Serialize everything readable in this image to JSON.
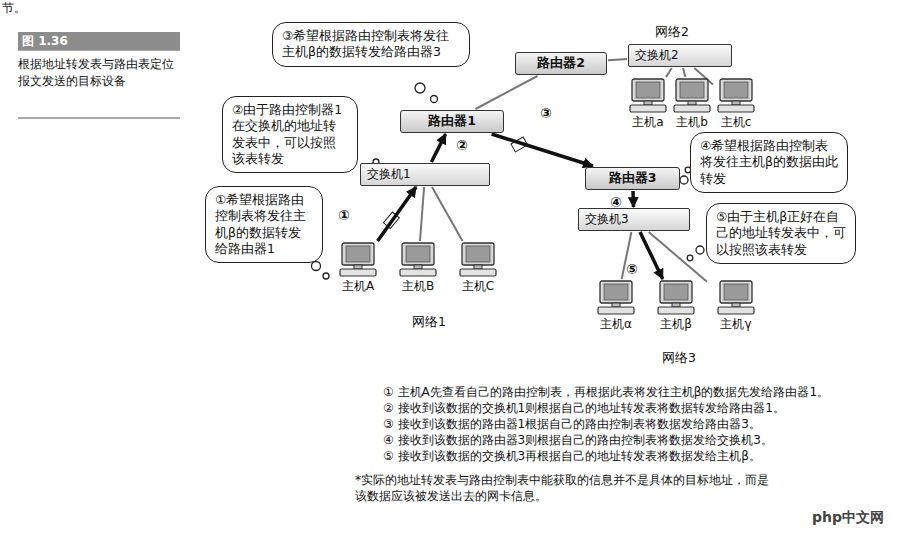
{
  "diagram": {
    "caption": "根据地址转发表与路由表定位报文发送的目标设备",
    "nodes": [
      {
        "text": [
          "③希望根据路由控制表将发往主机β的数据转发给路由器3"
        ]
      },
      {
        "text": [
          "路由器2"
        ]
      },
      {
        "text": [
          "网络2"
        ]
      },
      {
        "text": [
          "交换机2"
        ],
        "in": 2
      },
      {
        "text": [
          "主机a"
        ],
        "in": 2
      },
      {
        "text": [
          "主机b"
        ],
        "in": 2
      },
      {
        "text": [
          "主机c"
        ],
        "in": 2
      },
      {
        "text": [
          "②由于路由控制器1在交换机的地址转发表中，可以按照该表转发"
        ]
      },
      {
        "text": [
          "路由器1"
        ]
      },
      {
        "text": [
          "①希望根据路由控制表将发往主机β的数据转发给路由器1"
        ]
      },
      {
        "text": [
          "网络1"
        ]
      },
      {
        "text": [
          "交换机1"
        ],
        "in": 10
      },
      {
        "text": [
          "主机A"
        ],
        "in": 10
      },
      {
        "text": [
          "主机B"
        ],
        "in": 10
      },
      {
        "text": [
          "主机C"
        ],
        "in": 10
      },
      {
        "text": [
          "路由器3"
        ]
      },
      {
        "text": [
          "④希望根据路由控制表将发往主机β的数据由此转发"
        ]
      },
      {
        "text": [
          "网络3"
        ]
      },
      {
        "text": [
          "交换机3"
        ],
        "in": 17
      },
      {
        "text": [
          "主机α"
        ],
        "in": 17
      },
      {
        "text": [
          "主机β"
        ],
        "in": 17
      },
      {
        "text": [
          "主机γ"
        ],
        "in": 17
      },
      {
        "text": [
          "⑤由于主机β正好在自己的地址转发表中，可以按照该表转发"
        ]
      }
    ],
    "edges": [
      {
        "from": 12,
        "to": 11,
        "arrow": "to"
      },
      {
        "from": 11,
        "to": 8,
        "arrow": "to"
      },
      {
        "from": 8,
        "to": 15,
        "arrow": "to"
      },
      {
        "from": 15,
        "to": 18,
        "arrow": "to"
      },
      {
        "from": 18,
        "to": 20,
        "arrow": "to"
      },
      {
        "from": 13,
        "to": 11,
        "arrow": "none"
      },
      {
        "from": 14,
        "to": 11,
        "arrow": "none"
      },
      {
        "from": 8,
        "to": 1,
        "arrow": "none"
      },
      {
        "from": 1,
        "to": 3,
        "arrow": "none"
      },
      {
        "from": 3,
        "to": 4,
        "arrow": "none"
      },
      {
        "from": 3,
        "to": 5,
        "arrow": "none"
      },
      {
        "from": 3,
        "to": 6,
        "arrow": "none"
      },
      {
        "from": 18,
        "to": 19,
        "arrow": "none"
      },
      {
        "from": 18,
        "to": 21,
        "arrow": "none"
      }
    ],
    "labels": [
      "节。",
      "图 1.36",
      "①",
      "②",
      "③",
      "④",
      "⑤",
      "① 主机A先查看自己的路由控制表，再根据此表将发往主机β的数据先发给路由器1。",
      "② 接收到该数据的交换机1则根据自己的地址转发表将数据转发给路由器1。",
      "③ 接收到该数据的路由器1根据自己的路由控制表将数据发给路由器3。",
      "④ 接收到该数据的路由器3则根据自己的路由控制表将数据发给交换机3。",
      "⑤ 接收到该数据的交换机3再根据自己的地址转发表将数据发给主机β。",
      "*实际的地址转发表与路由控制表中能获取的信息并不是具体的目标地址，而是该数据应该被发送出去的网卡信息。",
      "php中文网"
    ]
  }
}
